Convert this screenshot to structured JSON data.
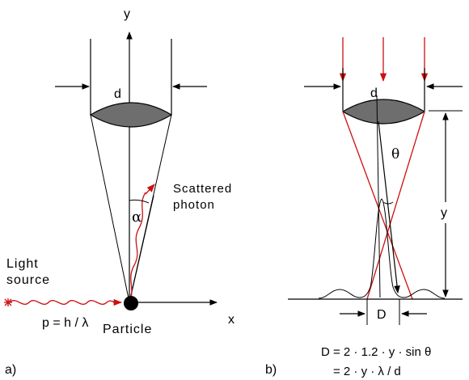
{
  "colors": {
    "ink": "#000000",
    "light_path": "#cc1111",
    "lens_fill": "#6e6e6e",
    "background": "#ffffff"
  },
  "panel_a": {
    "tag": "a)",
    "axis_y": "y",
    "axis_x": "x",
    "aperture": "d",
    "angle": "α",
    "scattered": [
      "Scattered",
      "photon"
    ],
    "source": [
      "Light",
      "source"
    ],
    "momentum": "p = h / λ",
    "particle": "Particle",
    "icons": [
      "lens-icon",
      "particle-icon",
      "wave-photon-icon",
      "star-source-icon"
    ]
  },
  "panel_b": {
    "tag": "b)",
    "aperture": "d",
    "angle": "θ",
    "height": "y",
    "spot": "D",
    "formula_1": "D = 2 · 1.2 · y · sin θ",
    "formula_2": "= 2 · y · λ / d",
    "icons": [
      "lens-icon",
      "incoming-arrow-icon"
    ]
  }
}
